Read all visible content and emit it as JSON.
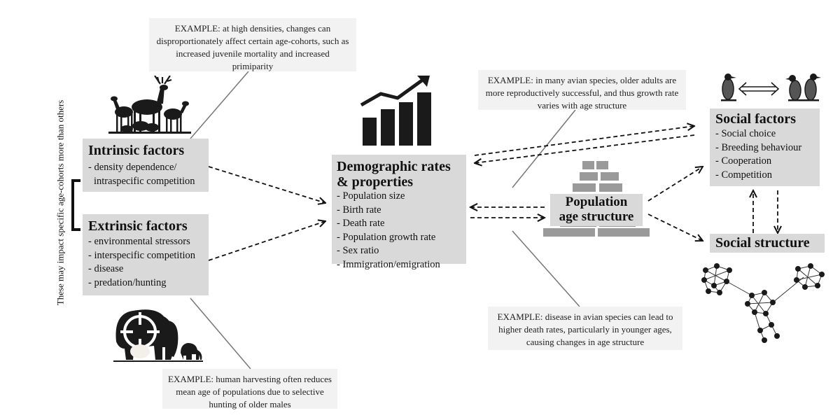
{
  "side_note": "These may impact specific age-cohorts more than others",
  "intrinsic": {
    "title": "Intrinsic factors",
    "items": [
      "- density dependence/",
      "intraspecific competition"
    ]
  },
  "extrinsic": {
    "title": "Extrinsic factors",
    "items": [
      "- environmental stressors",
      "- interspecific competition",
      "- disease",
      "- predation/hunting"
    ]
  },
  "demographic": {
    "title_line1": "Demographic rates",
    "title_line2": "& properties",
    "items": [
      "- Population size",
      "- Birth rate",
      "- Death rate",
      "- Population growth rate",
      "- Sex ratio",
      "- Immigration/emigration"
    ]
  },
  "age_structure": {
    "title_line1": "Population",
    "title_line2": "age structure"
  },
  "social_factors": {
    "title": "Social factors",
    "items": [
      "- Social choice",
      "- Breeding behaviour",
      "- Cooperation",
      "- Competition"
    ]
  },
  "social_structure": {
    "title": "Social structure"
  },
  "examples": {
    "top_left": "EXAMPLE: at high densities, changes can disproportionately affect certain age-cohorts, such as increased juvenile mortality and increased primiparity",
    "bottom_left": "EXAMPLE: human harvesting often reduces mean age of populations due to selective hunting of older males",
    "top_right": "EXAMPLE: in many avian species, older adults are more reproductively successful, and thus growth rate varies with age structure",
    "bottom_right": "EXAMPLE: disease in avian species can lead to higher death rates, particularly in younger ages, causing changes in age structure"
  },
  "icons": [
    "deer-herd-icon",
    "elephant-target-icon",
    "bar-chart-growth-icon",
    "population-pyramid-icon",
    "bird-interaction-icon",
    "social-network-icon"
  ],
  "colors": {
    "box": "#d9d9d9",
    "example_box": "#f2f2f2",
    "icon": "#1a1a1a"
  }
}
